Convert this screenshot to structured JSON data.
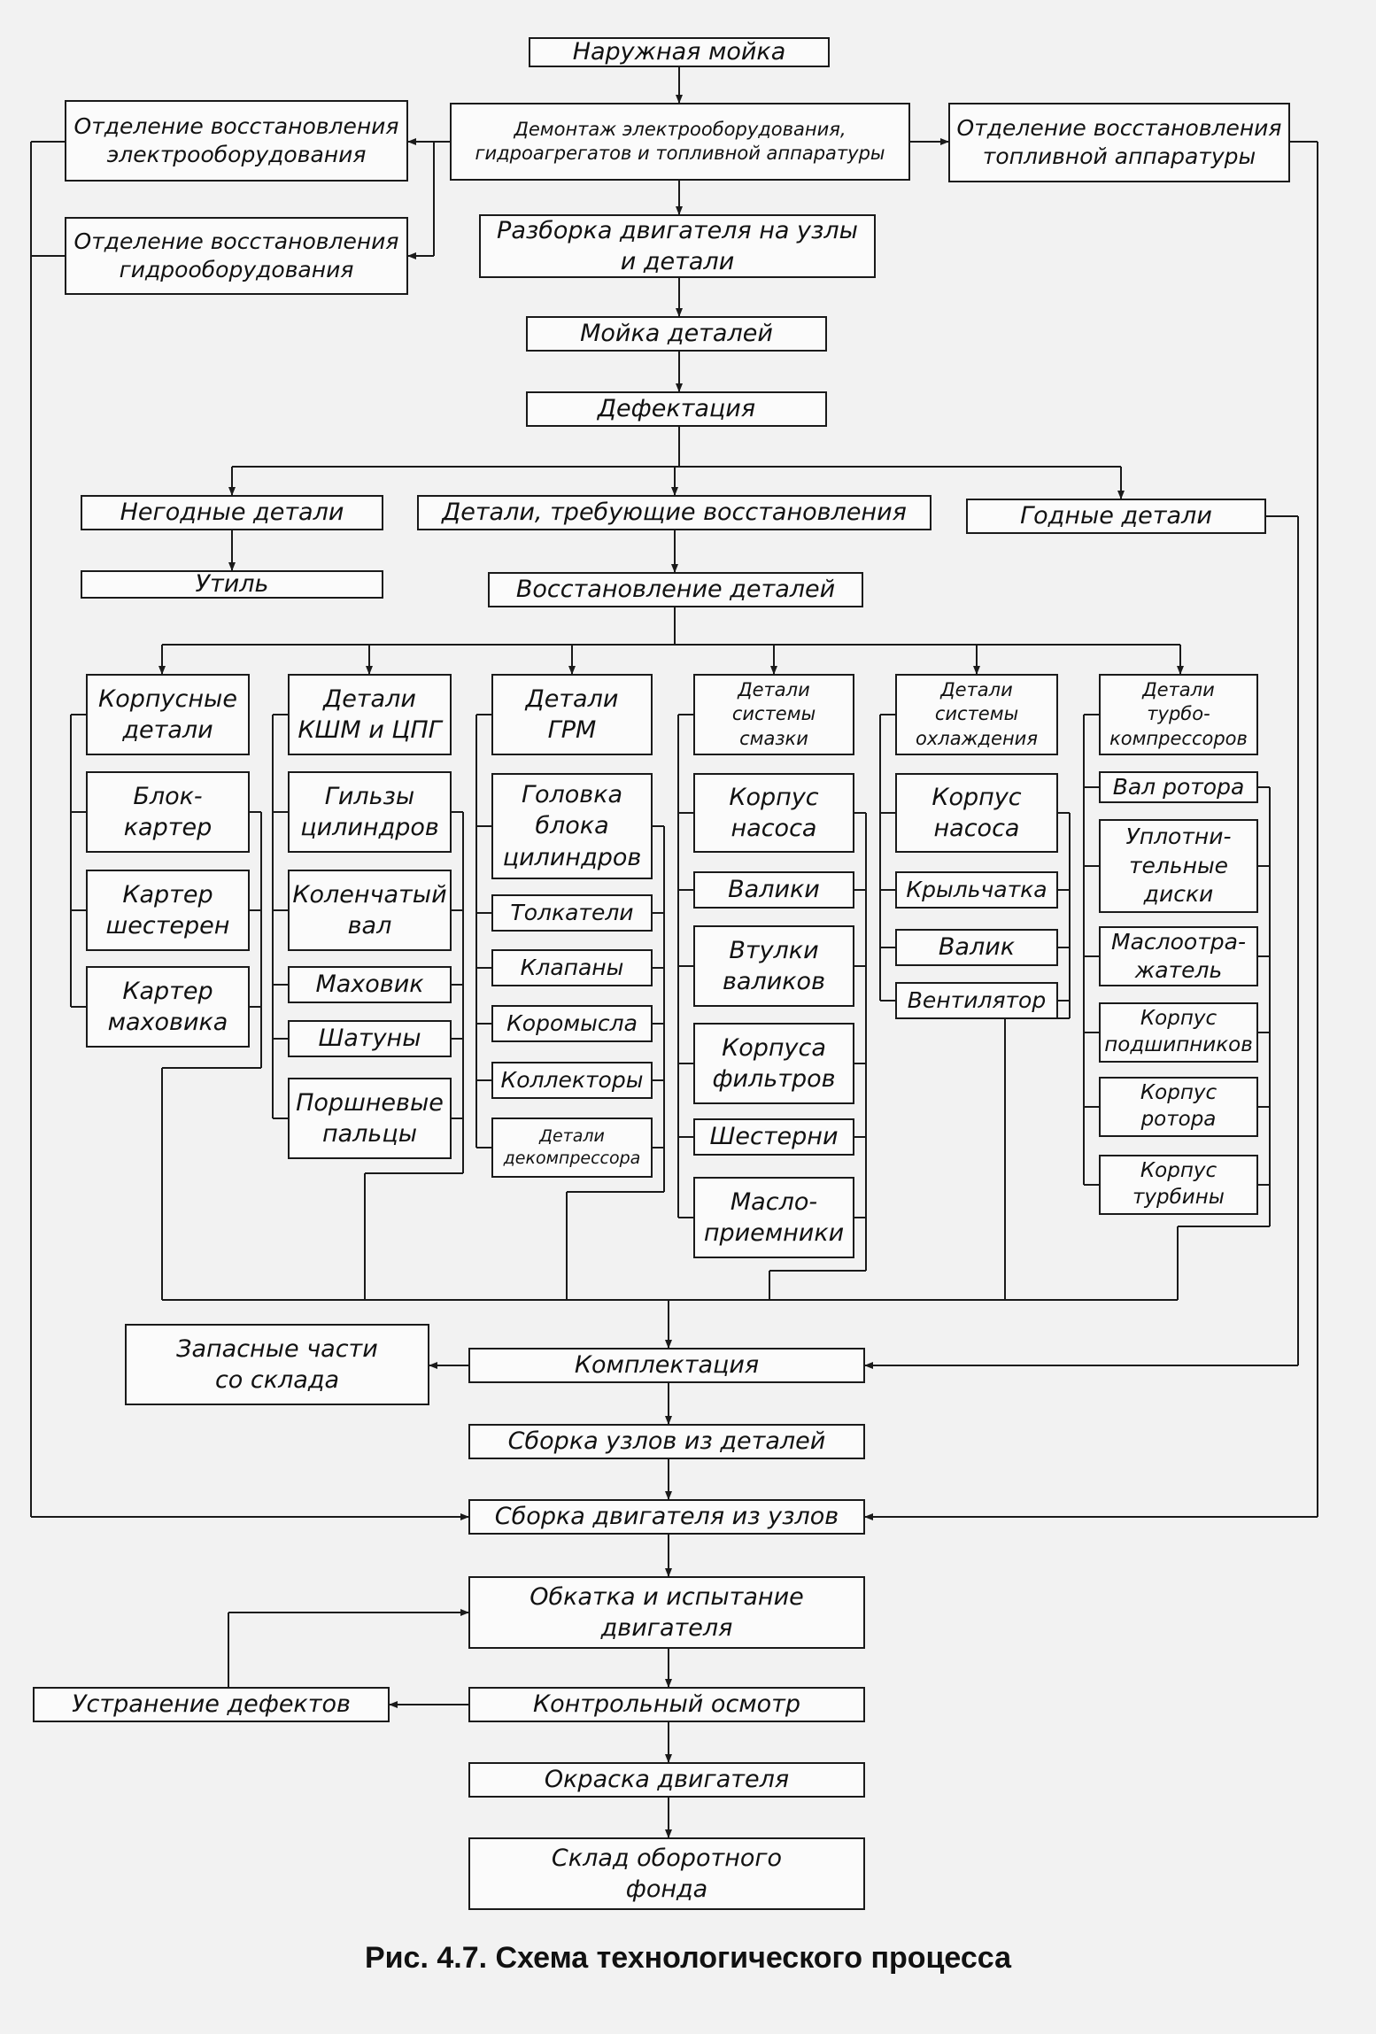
{
  "nodes": {
    "outer_wash": "Наружная мойка",
    "dismantling": "Демонтаж электрооборудования,\nгидроагрегатов и топливной аппаратуры",
    "electrical_dept": "Отделение восстановления\nэлектрооборудования",
    "hydraulic_dept": "Отделение восстановления\nгидрооборудования",
    "fuel_dept": "Отделение восстановления\nтопливной аппаратуры",
    "disassembly": "Разборка двигателя на узлы\nи детали",
    "parts_wash": "Мойка деталей",
    "defect_detection": "Дефектация",
    "unusable_parts": "Негодные детали",
    "repair_needed": "Детали, требующие восстановления",
    "good_parts": "Годные детали",
    "scrap": "Утиль",
    "parts_restoration": "Восстановление деталей",
    "kitting": "Комплектация",
    "spare_parts": "Запасные части\nсо склада",
    "unit_assembly": "Сборка узлов из деталей",
    "engine_assembly": "Сборка двигателя из узлов",
    "break_in": "Обкатка и испытание\nдвигателя",
    "inspection": "Контрольный осмотр",
    "defect_fix": "Устранение дефектов",
    "painting": "Окраска двигателя",
    "warehouse": "Склад оборотного\nфонда"
  },
  "groups": [
    {
      "title": "Корпусные\nдетали",
      "items": [
        "Блок-\nкартер",
        "Картер\nшестерен",
        "Картер\nмаховика"
      ]
    },
    {
      "title": "Детали\nКШМ и ЦПГ",
      "items": [
        "Гильзы\nцилиндров",
        "Коленчатый\nвал",
        "Маховик",
        "Шатуны",
        "Поршневые\nпальцы"
      ]
    },
    {
      "title": "Детали\nГРМ",
      "items": [
        "Головка\nблока\nцилиндров",
        "Толкатели",
        "Клапаны",
        "Коромысла",
        "Коллекторы",
        "Детали\nдекомпрессора"
      ]
    },
    {
      "title": "Детали\nсистемы\nсмазки",
      "items": [
        "Корпус\nнасоса",
        "Валики",
        "Втулки\nваликов",
        "Корпуса\nфильтров",
        "Шестерни",
        "Масло-\nприемники"
      ]
    },
    {
      "title": "Детали\nсистемы\nохлаждения",
      "items": [
        "Корпус\nнасоса",
        "Крыльчатка",
        "Валик",
        "Вентилятор"
      ]
    },
    {
      "title": "Детали\nтурбо-\nкомпрессоров",
      "items": [
        "Вал ротора",
        "Уплотни-\nтельные\nдиски",
        "Маслоотра-\nжатель",
        "Корпус\nподшипников",
        "Корпус\nротора",
        "Корпус\nтурбины"
      ]
    }
  ],
  "caption": "Рис. 4.7. Схема технологического процесса"
}
